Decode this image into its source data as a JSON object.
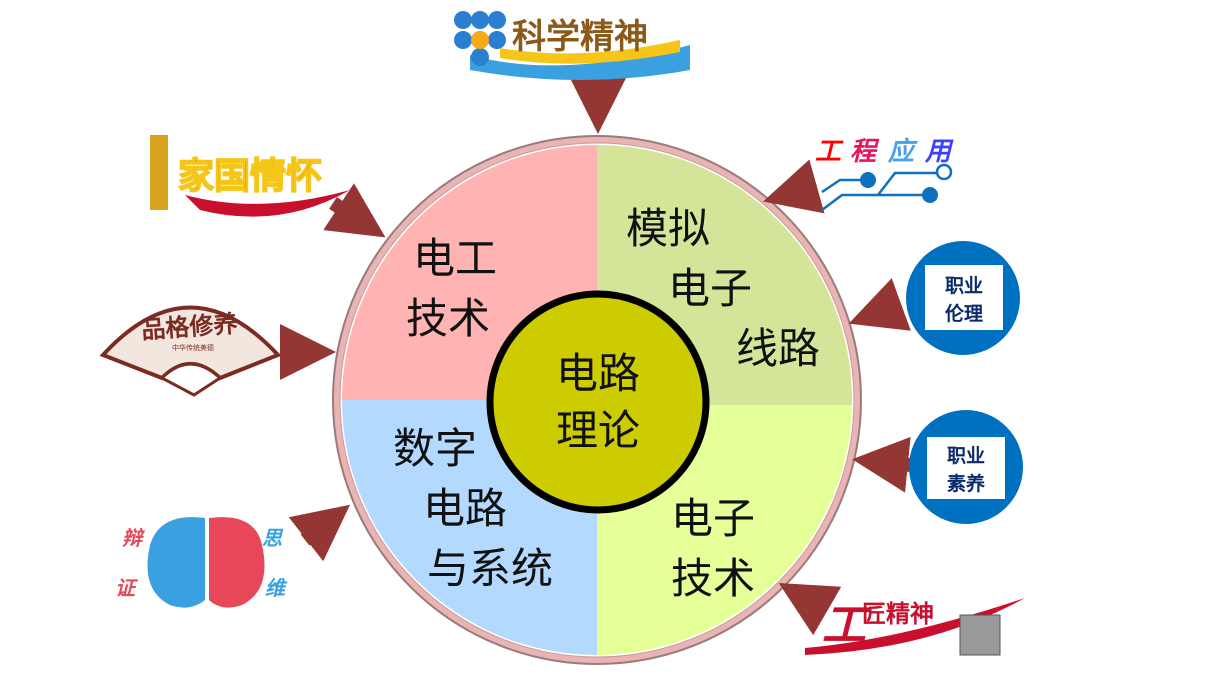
{
  "center": {
    "line1": "电路",
    "line2": "理论"
  },
  "quadrants": {
    "top_left": {
      "line1": "电工",
      "line2": "技术"
    },
    "top_right": {
      "line1": "模拟",
      "line2": "电子",
      "line3": "线路"
    },
    "bottom_left": {
      "line1": "数字",
      "line2": "电路",
      "line3": "与系统"
    },
    "bottom_right": {
      "line1": "电子",
      "line2": "技术"
    }
  },
  "inputs": {
    "science_spirit": "科学精神",
    "patriotism": "家国情怀",
    "character": "品格修养",
    "character_sub": "中华传统美德",
    "dialectic_1": "辩",
    "dialectic_2": "证",
    "dialectic_3": "思",
    "dialectic_4": "维",
    "engineering": [
      "工",
      "程",
      "应",
      "用"
    ],
    "ethics_1": "职业",
    "ethics_2": "伦理",
    "quality_1": "职业",
    "quality_2": "素养",
    "craftsman": "匠精神",
    "craftsman_prefix": "工"
  },
  "colors": {
    "arrow": "#943634",
    "ring": "#e8b4b4",
    "center": "#cccc00",
    "badge": "#0070c0"
  }
}
